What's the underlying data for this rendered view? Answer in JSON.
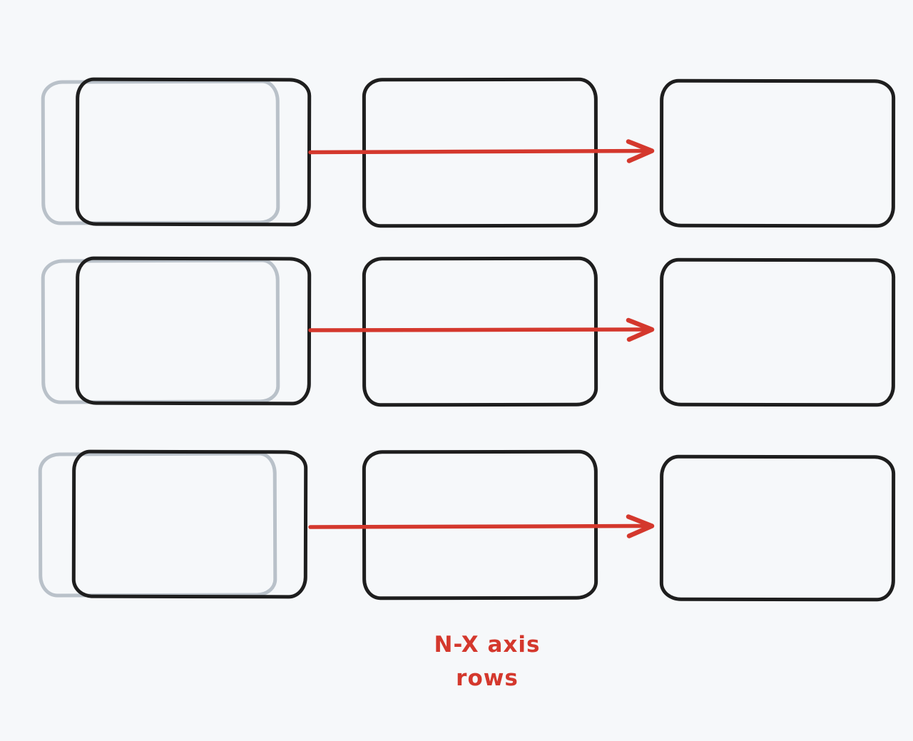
{
  "palette": {
    "canvas_bg": "#f6f8fa",
    "stroke_dark": "#1e1e1e",
    "stroke_gray": "#b9c1c9",
    "accent_red": "#d4382d"
  },
  "caption": {
    "line1": "N-X axis",
    "line2": "rows"
  },
  "diagram": {
    "type": "sketch",
    "rows": [
      {
        "id": "row-1",
        "shapes": [
          "stacked-card-back",
          "stacked-card-front",
          "middle-card",
          "end-card"
        ],
        "connector": "arrow-right"
      },
      {
        "id": "row-2",
        "shapes": [
          "stacked-card-back",
          "stacked-card-front",
          "middle-card",
          "end-card"
        ],
        "connector": "arrow-right"
      },
      {
        "id": "row-3",
        "shapes": [
          "stacked-card-back",
          "stacked-card-front",
          "middle-card",
          "end-card"
        ],
        "connector": "arrow-right"
      }
    ]
  }
}
